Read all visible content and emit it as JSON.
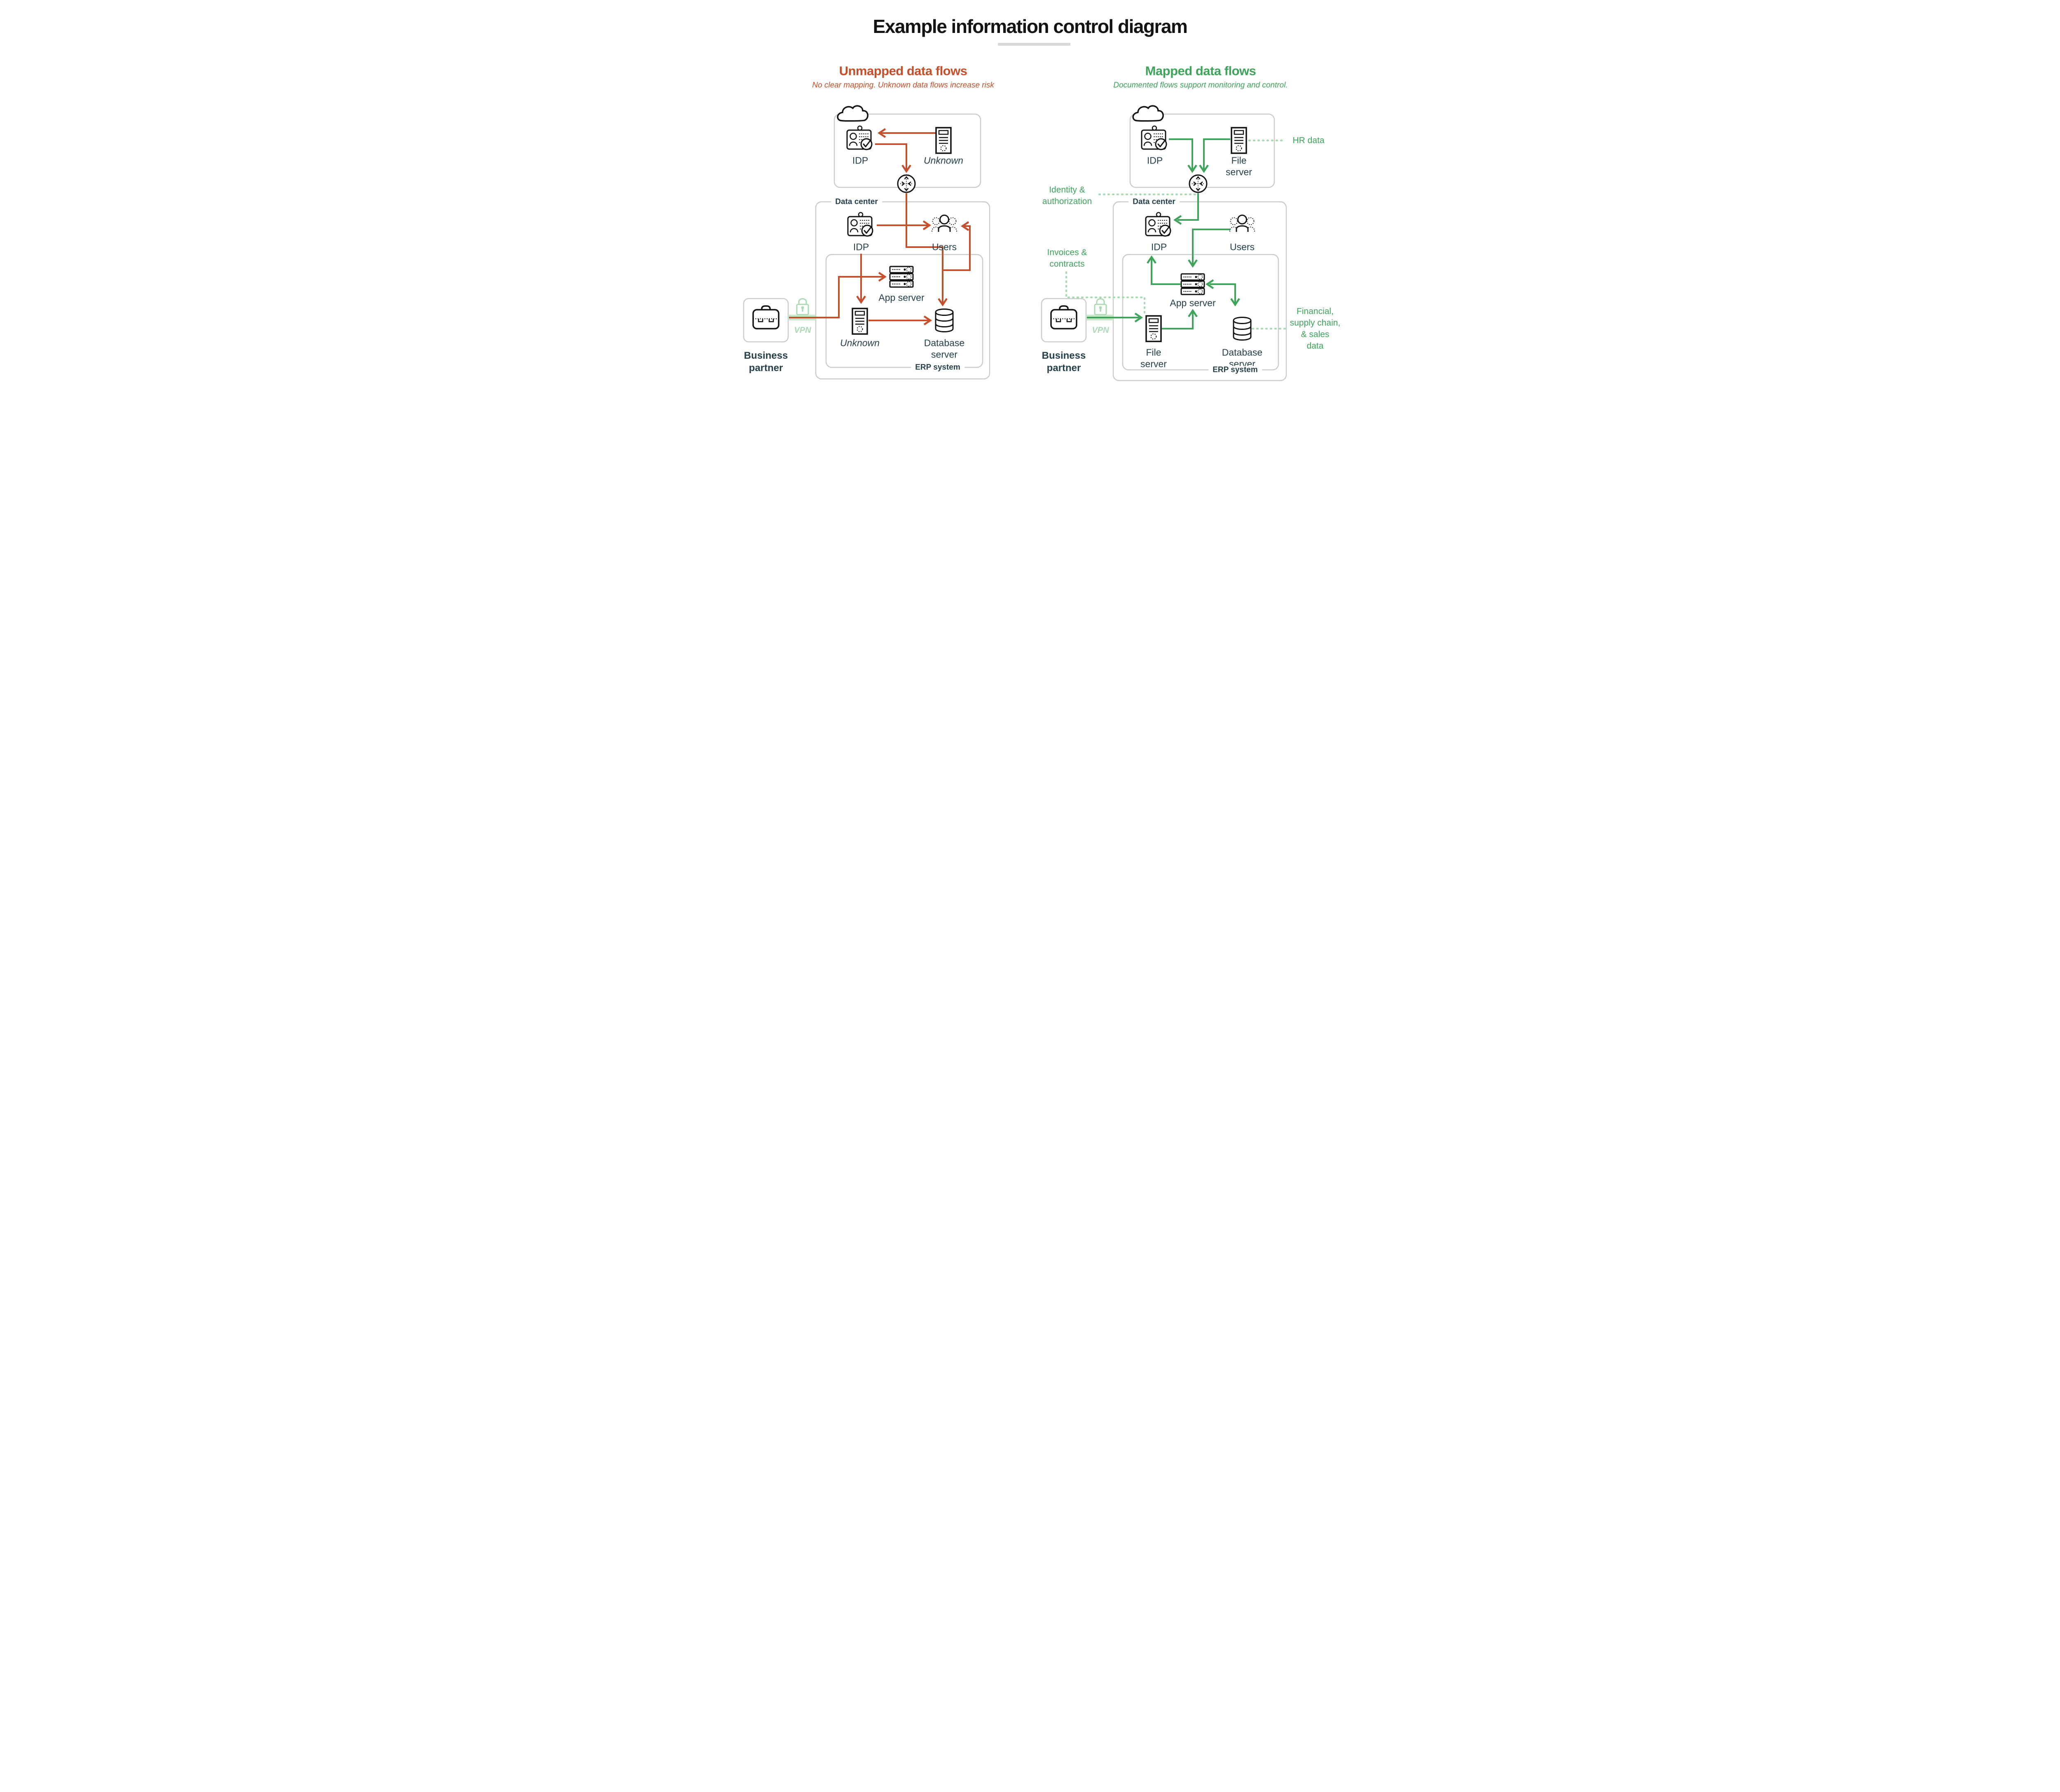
{
  "title": "Example information control diagram",
  "colors": {
    "red": "#C64F2B",
    "green": "#3DA45A",
    "light_green": "#ABD9B3",
    "band": "#C9E7CD",
    "dark": "#25414C",
    "border": "#CBCBCB",
    "title": "#131313",
    "divider": "#D9D9D9"
  },
  "left": {
    "heading": "Unmapped data flows",
    "subheading": "No clear mapping. Unknown data flows increase risk",
    "cloud_idp_label": "IDP",
    "cloud_unknown_label": "Unknown",
    "data_center_label": "Data center",
    "dc_idp_label": "IDP",
    "users_label": "Users",
    "app_server_label": "App server",
    "unknown_label": "Unknown",
    "database_label_1": "Database",
    "database_label_2": "server",
    "erp_label": "ERP system",
    "business_partner_1": "Business",
    "business_partner_2": "partner",
    "vpn_label": "VPN"
  },
  "right": {
    "heading": "Mapped data flows",
    "subheading": "Documented flows support monitoring and control.",
    "cloud_idp_label": "IDP",
    "cloud_file_server_1": "File",
    "cloud_file_server_2": "server",
    "hr_data_label": "HR data",
    "identity_label_1": "Identity &",
    "identity_label_2": "authorization",
    "data_center_label": "Data center",
    "dc_idp_label": "IDP",
    "users_label": "Users",
    "app_server_label": "App server",
    "invoices_label_1": "Invoices &",
    "invoices_label_2": "contracts",
    "file_server_1": "File",
    "file_server_2": "server",
    "database_label_1": "Database",
    "database_label_2": "server",
    "financial_label_1": "Financial,",
    "financial_label_2": "supply chain,",
    "financial_label_3": "& sales",
    "financial_label_4": "data",
    "erp_label": "ERP system",
    "business_partner_1": "Business",
    "business_partner_2": "partner",
    "vpn_label": "VPN"
  }
}
